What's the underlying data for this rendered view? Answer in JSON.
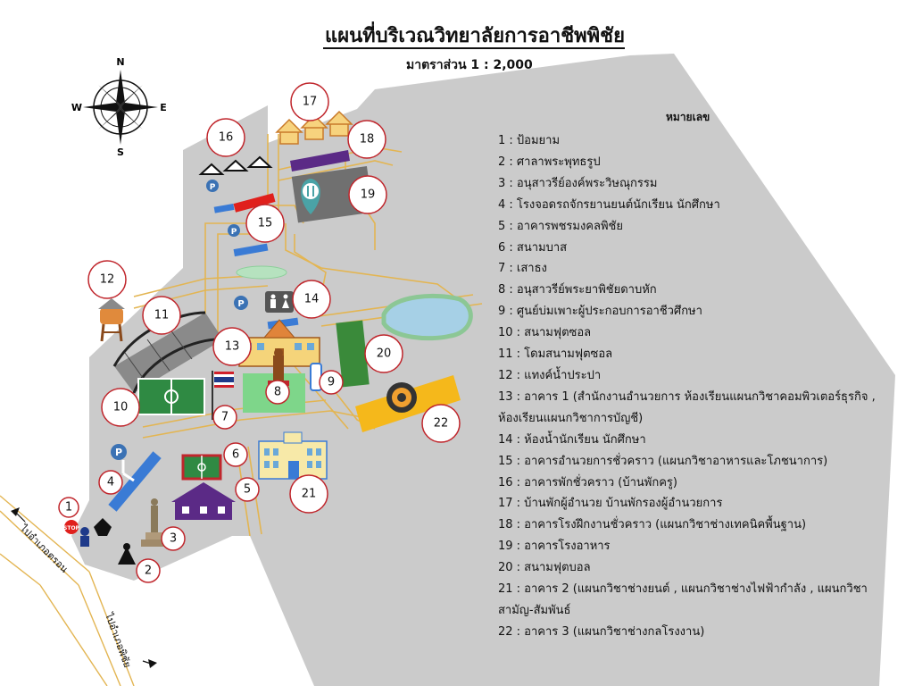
{
  "header": {
    "title": "แผนที่บริเวณวิทยาลัยการอาชีพพิชัย",
    "scale": "มาตราส่วน 1 : 2,000"
  },
  "compass": {
    "n": "N",
    "s": "S",
    "e": "E",
    "w": "W"
  },
  "roads": {
    "to_uttaradit": "ไปอำเภอตรอน",
    "to_phichai": "ไปอำเภอพิชัย"
  },
  "markers": [
    "1",
    "2",
    "3",
    "4",
    "5",
    "6",
    "7",
    "8",
    "9",
    "10",
    "11",
    "12",
    "13",
    "14",
    "15",
    "16",
    "17",
    "18",
    "19",
    "20",
    "21",
    "22"
  ],
  "colors": {
    "campus": "#cbcbcb",
    "road": "#e3b552",
    "marker_border": "#c0262c",
    "parking": "#3b72b4",
    "field_green": "#3a8a3a",
    "building_purple": "#5b2a86",
    "red_building": "#e0201c",
    "blue_building": "#3a7bd5",
    "yellow_area": "#f5b81b",
    "pond": "#a6d0e6"
  },
  "legend": {
    "title": "หมายเลข",
    "items": [
      "1 : ป้อมยาม",
      "2 : ศาลาพระพุทธรูป",
      "3 : อนุสาวรีย์องค์พระวิษณุกรรม",
      "4 : โรงจอดรถจักรยานยนต์นักเรียน นักศึกษา",
      "5 : อาคารพชรมงคลพิชัย",
      "6 : สนามบาส",
      "7 : เสาธง",
      "8 : อนุสาวรีย์พระยาพิชัยดาบหัก",
      "9 : ศูนย์บ่มเพาะผู้ประกอบการอาชีวศึกษา",
      "10 : สนามฟุตซอล",
      "11 : โดมสนามฟุตซอล",
      "12 : แทงค์น้ำประปา",
      "13 : อาคาร 1 (สำนักงานอำนวยการ ห้องเรียนแผนกวิชาคอมพิวเตอร์ธุรกิจ , ห้องเรียนแผนกวิชาการบัญชี)",
      "14 : ห้องน้ำนักเรียน นักศึกษา",
      "15 : อาคารอำนวยการชั่วคราว (แผนกวิชาอาหารและโภชนาการ)",
      "16 : อาคารพักชั่วคราว (บ้านพักครู)",
      "17 : บ้านพักผู้อำนวย บ้านพักรองผู้อำนวยการ",
      "18 : อาคารโรงฝึกงานชั่วคราว (แผนกวิชาช่างเทคนิคพื้นฐาน)",
      "19 : อาคารโรงอาหาร",
      "20 : สนามฟุตบอล",
      "21 : อาคาร 2 (แผนกวิชาช่างยนต์ , แผนกวิชาช่างไฟฟ้ากำลัง , แผนกวิชาสามัญ-สัมพันธ์",
      "22 : อาคาร 3  (แผนกวิชาช่างกลโรงงาน)"
    ]
  }
}
